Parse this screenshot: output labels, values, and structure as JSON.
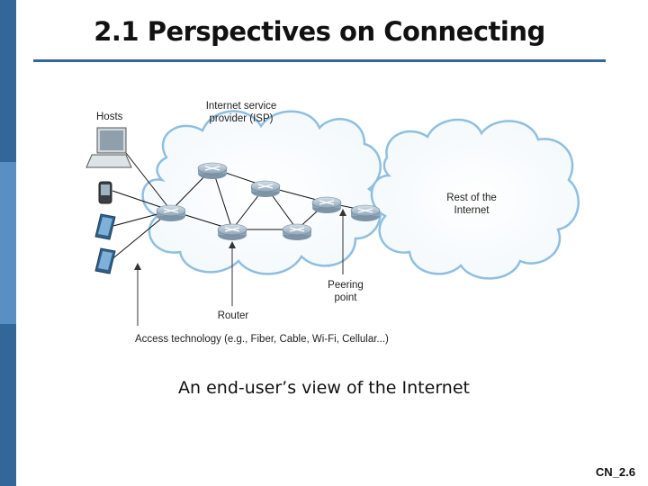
{
  "slide": {
    "title": "2.1 Perspectives on Connecting",
    "caption": "An end-user’s view of the Internet",
    "slide_number": "CN_2.6"
  },
  "diagram": {
    "labels": {
      "hosts": "Hosts",
      "isp_line1": "Internet service",
      "isp_line2": "provider (ISP)",
      "rest_line1": "Rest of the",
      "rest_line2": "Internet",
      "peering_line1": "Peering",
      "peering_line2": "point",
      "router": "Router",
      "access": "Access technology (e.g., Fiber, Cable, Wi-Fi, Cellular...)"
    }
  },
  "colors": {
    "accent": "#336699",
    "cloud_stroke": "#8fbfe0",
    "router_fill": "#9ab0c0"
  }
}
